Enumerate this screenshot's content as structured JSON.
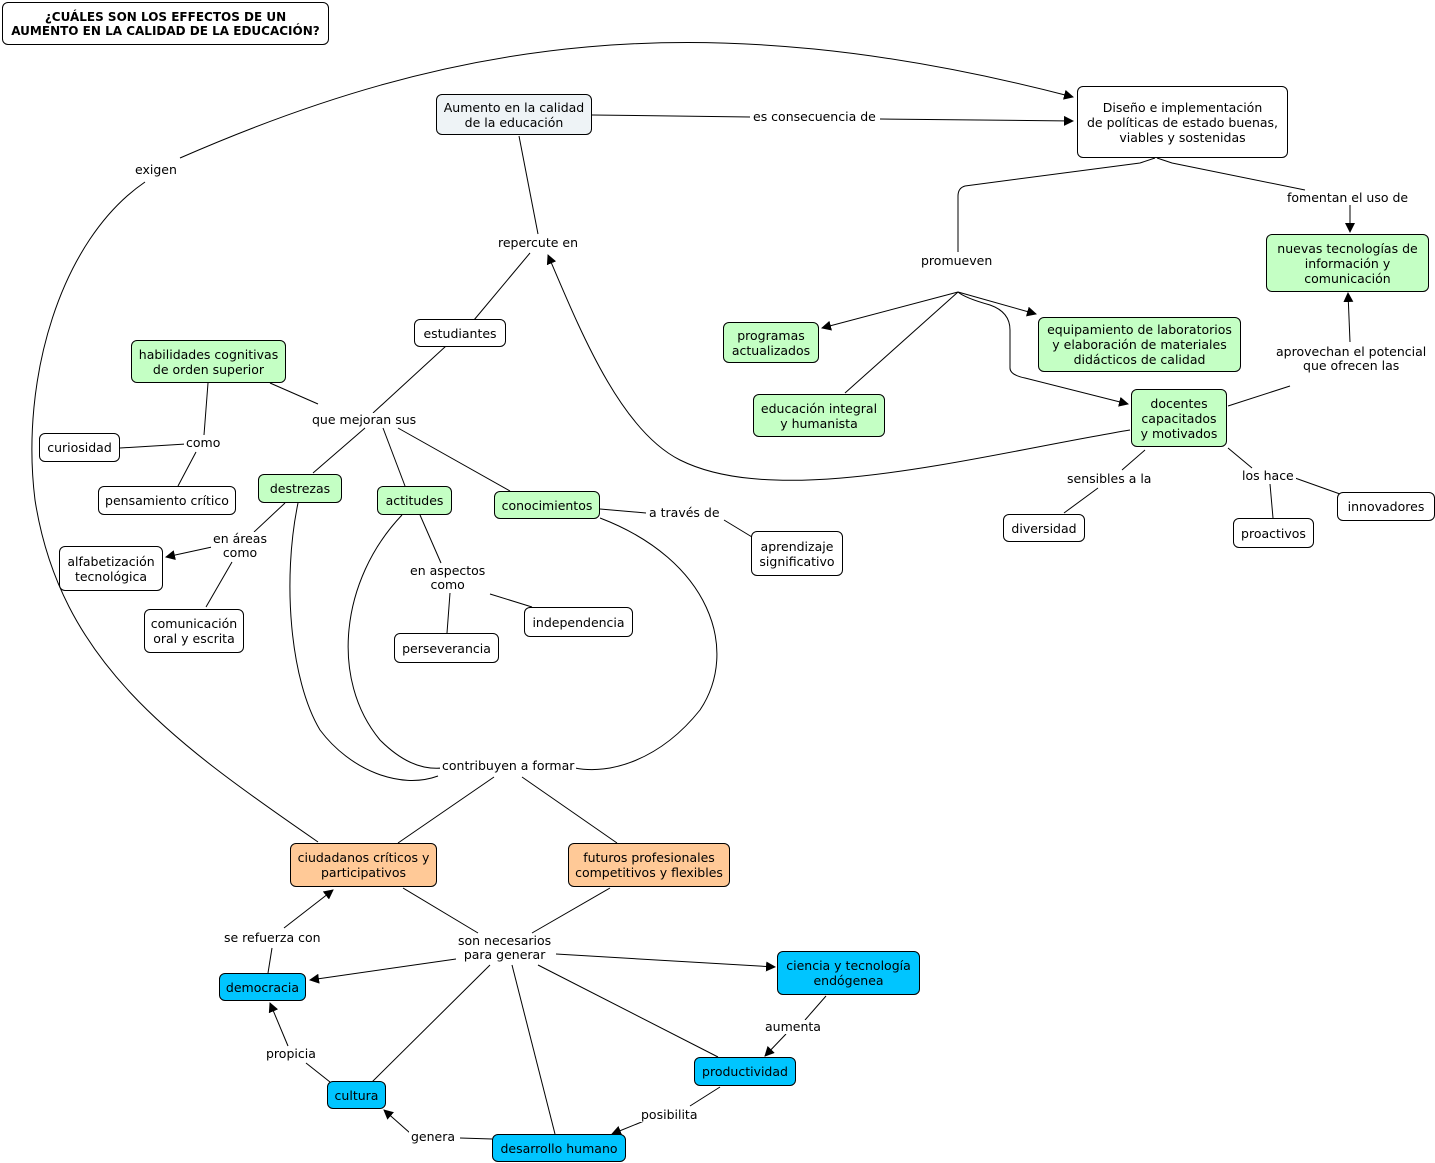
{
  "title": "¿CUÁLES SON LOS EFFECTOS DE UN\nAUMENTO EN LA CALIDAD DE LA EDUCACIÓN?",
  "colors": {
    "white": "#ffffff",
    "gray": "#eef3f6",
    "green": "#c4ffc4",
    "orange": "#ffc997",
    "blue": "#00c5ff",
    "line": "#000000"
  },
  "concepts": {
    "aumento": "Aumento en la calidad\nde la educación",
    "diseno": "Diseño e implementación\nde políticas de estado buenas,\nviables y sostenidas",
    "nuevas_tic": "nuevas tecnologías de\ninformación y\ncomunicación",
    "programas": "programas\nactualizados",
    "equipamiento": "equipamiento de laboratorios\ny elaboración de materiales\ndidácticos de calidad",
    "educacion_integral": "educación integral\ny humanista",
    "docentes": "docentes\ncapacitados\ny motivados",
    "diversidad": "diversidad",
    "proactivos": "proactivos",
    "innovadores": "innovadores",
    "estudiantes": "estudiantes",
    "habilidades": "habilidades cognitivas\nde orden superior",
    "curiosidad": "curiosidad",
    "pensamiento": "pensamiento crítico",
    "destrezas": "destrezas",
    "actitudes": "actitudes",
    "conocimientos": "conocimientos",
    "aprendizaje": "aprendizaje\nsignificativo",
    "alfabetizacion": "alfabetización\ntecnológica",
    "comunicacion": "comunicación\noral y escrita",
    "independencia": "independencia",
    "perseverancia": "perseverancia",
    "ciudadanos": "ciudadanos críticos y\nparticipativos",
    "futuros": "futuros profesionales\ncompetitivos y flexibles",
    "democracia": "democracia",
    "ciencia": "ciencia y tecnología\nendógenea",
    "productividad": "productividad",
    "cultura": "cultura",
    "desarrollo": "desarrollo humano"
  },
  "links": {
    "exigen": "exigen",
    "es_consecuencia": "es consecuencia de",
    "fomentan": "fomentan el uso de",
    "promueven": "promueven",
    "repercute": "repercute en",
    "aprovechan": "aprovechan el potencial\nque ofrecen las",
    "sensibles": "sensibles a la",
    "los_hace": "los hace",
    "que_mejoran": "que mejoran sus",
    "como": "como",
    "en_areas": "en áreas\ncomo",
    "en_aspectos": "en aspectos\ncomo",
    "a_traves": "a través de",
    "contribuyen": "contribuyen a formar",
    "son_necesarios": "son necesarios\npara generar",
    "se_refuerza": "se refuerza con",
    "aumenta": "aumenta",
    "propicia": "propicia",
    "posibilita": "posibilita",
    "genera": "genera"
  }
}
